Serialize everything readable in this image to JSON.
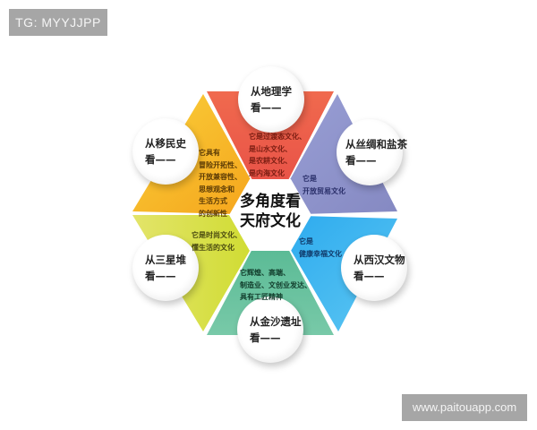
{
  "watermarks": {
    "top_left": "TG: MYYJJPP",
    "bottom_right": "www.paitouapp.com"
  },
  "center": {
    "line1": "多角度看",
    "line2": "天府文化"
  },
  "segments": [
    {
      "id": "geography",
      "color": "#ee5a4a",
      "title_line1": "从地理学",
      "title_line2": "看——",
      "desc": [
        "它是过渡态文化、",
        "是山水文化、",
        "是农耕文化、",
        "是内海文化"
      ]
    },
    {
      "id": "silk-salt-tea",
      "color": "#8f93cc",
      "title_line1": "从丝绸和盐茶",
      "title_line2": "看——",
      "desc": [
        "它是",
        "开放贸易文化"
      ]
    },
    {
      "id": "western-han",
      "color": "#3db8ef",
      "title_line1": "从西汉文物",
      "title_line2": "看——",
      "desc": [
        "它是",
        "健康幸福文化"
      ]
    },
    {
      "id": "jinsha",
      "color": "#5fbf9a",
      "title_line1": "从金沙遗址",
      "title_line2": "看——",
      "desc": [
        "它辉煌、高端、",
        "制造业、文创业发达、",
        "具有工匠精神"
      ]
    },
    {
      "id": "sanxingdui",
      "color": "#d6df3c",
      "title_line1": "从三星堆",
      "title_line2": "看——",
      "desc": [
        "它是时尚文化、",
        "懂生活的文化"
      ]
    },
    {
      "id": "migration",
      "color": "#f7b822",
      "title_line1": "从移民史",
      "title_line2": "看——",
      "desc": [
        "它具有",
        "冒险开拓性、",
        "开放兼容性、",
        "思想观念和",
        "生活方式",
        "的创新性"
      ]
    }
  ]
}
